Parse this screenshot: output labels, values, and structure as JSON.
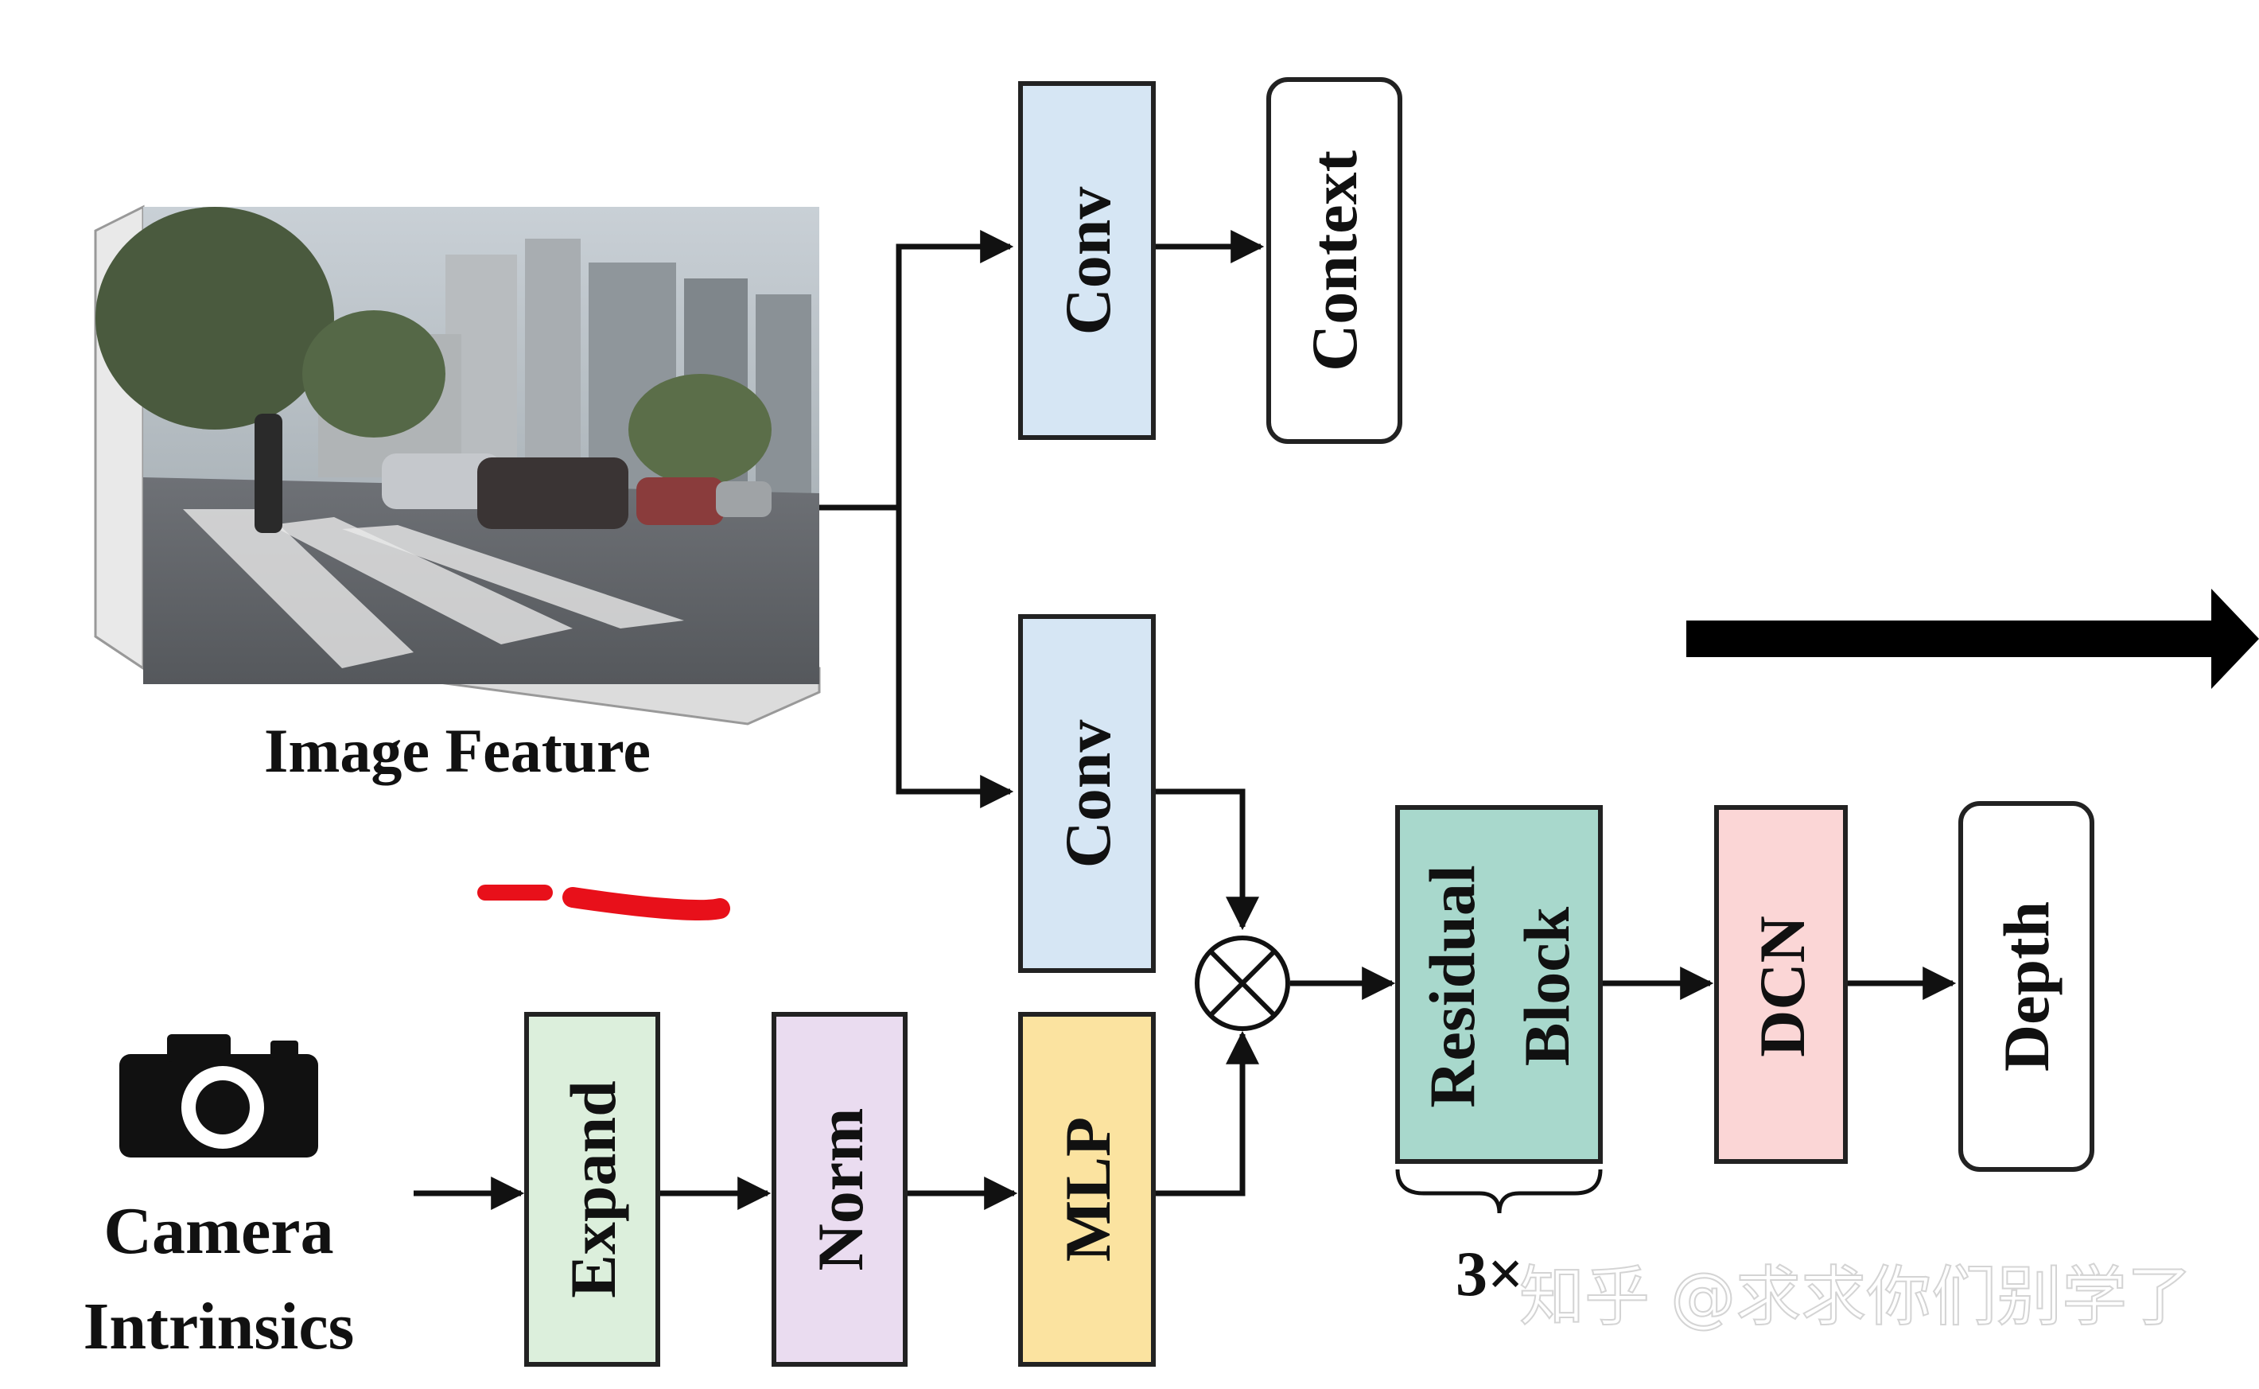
{
  "image_feature": {
    "label": "Image Feature"
  },
  "camera": {
    "label_line1": "Camera",
    "label_line2": "Intrinsics",
    "icon": "camera-icon"
  },
  "blocks": {
    "conv_top": {
      "label": "Conv",
      "color": "#d6e6f4"
    },
    "context": {
      "label": "Context",
      "color": "#ffffff"
    },
    "conv_mid": {
      "label": "Conv",
      "color": "#d6e6f4"
    },
    "expand": {
      "label": "Expand",
      "color": "#dcefdc"
    },
    "norm": {
      "label": "Norm",
      "color": "#eadcf0"
    },
    "mlp": {
      "label": "MLP",
      "color": "#fbe3a0"
    },
    "residual": {
      "label_line1": "Residual",
      "label_line2": "Block",
      "color": "#a8d8cc"
    },
    "dcn": {
      "label": "DCN",
      "color": "#fbd6d6"
    },
    "depth": {
      "label": "Depth",
      "color": "#ffffff"
    }
  },
  "repeat": {
    "label": "3×"
  },
  "operator": {
    "symbol": "⊗",
    "name": "multiply-operator"
  },
  "watermark": {
    "text": "知乎 @求求你们别学了"
  },
  "annotation": {
    "color": "#e8101a"
  }
}
